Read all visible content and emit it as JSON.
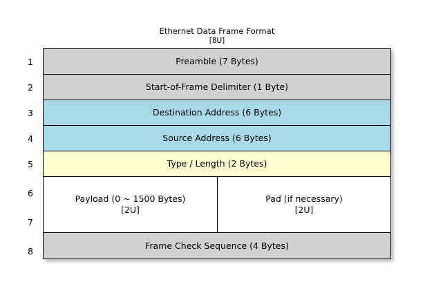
{
  "title": {
    "main": "Ethernet Data Frame Format",
    "sub": "[8U]"
  },
  "colors": {
    "gray": "#d1d1d1",
    "blue": "#a9d8e8",
    "yellow": "#ffffd2",
    "white": "#ffffff",
    "border": "#000000",
    "background": "#ffffff"
  },
  "row_numbers": [
    "1",
    "2",
    "3",
    "4",
    "5",
    "6",
    "7",
    "8"
  ],
  "frame": {
    "fields": [
      {
        "label": "Preamble (7 Bytes)",
        "fill": "gray"
      },
      {
        "label": "Start-of-Frame Delimiter (1 Byte)",
        "fill": "gray"
      },
      {
        "label": "Destination Address (6 Bytes)",
        "fill": "blue"
      },
      {
        "label": "Source Address (6 Bytes)",
        "fill": "blue"
      },
      {
        "label": "Type / Length (2 Bytes)",
        "fill": "yellow"
      }
    ],
    "payload": {
      "left": {
        "label": "Payload (0 ~ 1500 Bytes)",
        "note": "[2U]",
        "fill": "white"
      },
      "right": {
        "label": "Pad (if necessary)",
        "note": "[2U]",
        "fill": "white"
      }
    },
    "trailer": {
      "label": "Frame Check Sequence (4 Bytes)",
      "fill": "gray"
    }
  }
}
